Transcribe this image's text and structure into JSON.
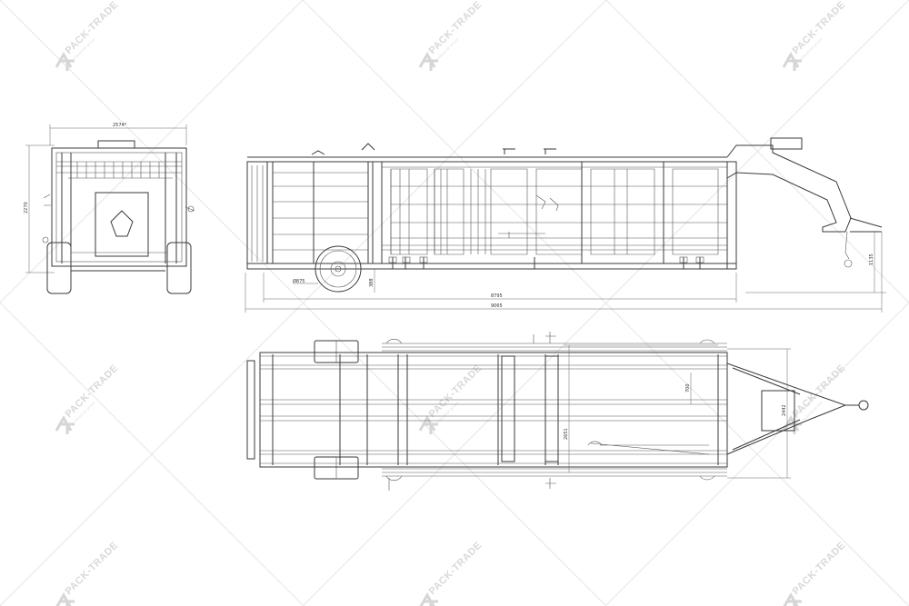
{
  "watermark": {
    "brand": "PACK-TRADE",
    "tagline": "industrial group"
  },
  "front_view": {
    "dim_width": "2574*",
    "dim_height": "2270"
  },
  "side_view": {
    "dim_wheel": "Ø875",
    "dim_ground": "388",
    "dim_body": "8795",
    "dim_total": "9065",
    "dim_hitch": "1135"
  },
  "plan_view": {
    "dim_inner": "700",
    "dim_track": "2651",
    "dim_drawbar": "2442"
  }
}
